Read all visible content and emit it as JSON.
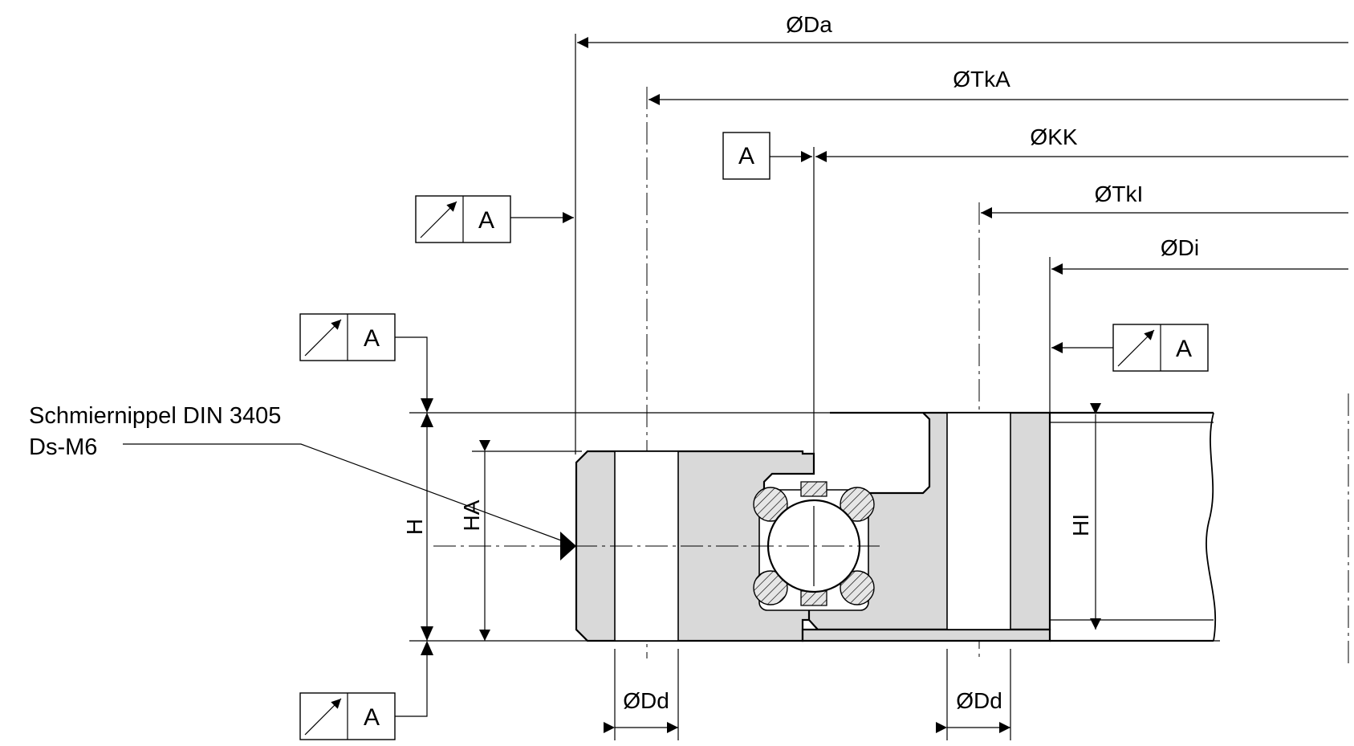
{
  "dimensions": {
    "outer_diameter": "ØDa",
    "outer_bolt_circle": "ØTkA",
    "ball_circle": "ØKK",
    "inner_bolt_circle": "ØTkI",
    "inner_diameter": "ØDi",
    "height_total": "H",
    "height_outer": "HA",
    "height_inner": "HI",
    "hole_outer": "ØDd",
    "hole_inner": "ØDd"
  },
  "datum": {
    "reference": "A"
  },
  "note": {
    "line1": "Schmiernippel DIN 3405",
    "line2": "Ds-M6"
  },
  "icons": {
    "runout": "runout-arrow-icon",
    "arrowhead": "dimension-arrow-icon"
  }
}
